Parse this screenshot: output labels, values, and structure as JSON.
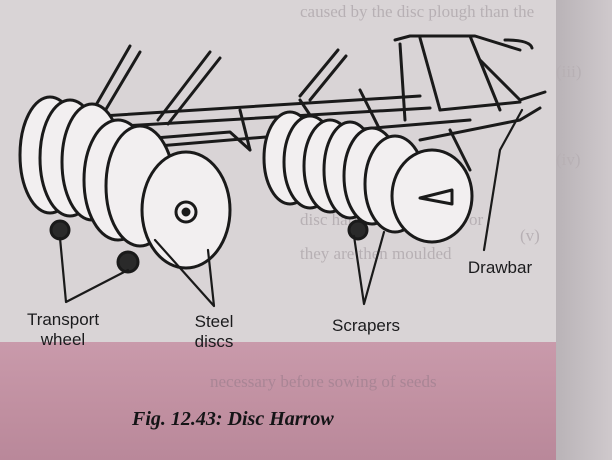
{
  "figure": {
    "caption": "Fig. 12.43: Disc Harrow",
    "labels": {
      "transport_wheel": [
        "Transport",
        "wheel"
      ],
      "steel_discs": [
        "Steel",
        "discs"
      ],
      "scrapers": "Scrapers",
      "drawbar": "Drawbar"
    }
  },
  "bleed_text": [
    "caused by the disc plough than the",
    "(iii)",
    "(iv)",
    "(v)",
    "disc harrow works more or",
    "they are then moulded",
    "necessary before sowing of seeds"
  ]
}
